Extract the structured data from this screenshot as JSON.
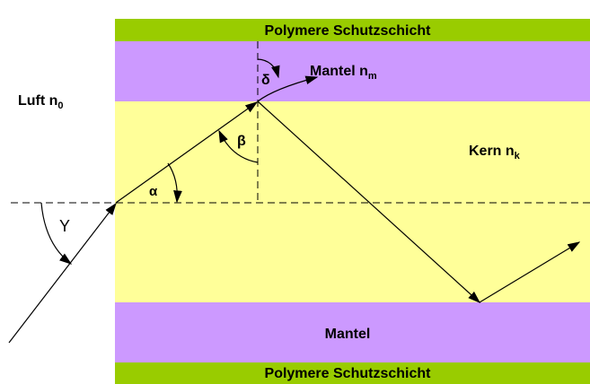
{
  "colors": {
    "coating": "#99cc00",
    "cladding": "#cc99ff",
    "core": "#ffff99",
    "line": "#000000",
    "background": "#ffffff"
  },
  "labels": {
    "coating_top": "Polymere Schutzschicht",
    "coating_bottom": "Polymere Schutzschicht",
    "cladding_top": "Mantel n",
    "cladding_top_sub": "m",
    "cladding_bottom": "Mantel",
    "core": "Kern n",
    "core_sub": "k",
    "air": "Luft n",
    "air_sub": "0"
  },
  "angles": {
    "gamma": "Y",
    "alpha": "α",
    "beta": "β",
    "delta": "δ"
  }
}
